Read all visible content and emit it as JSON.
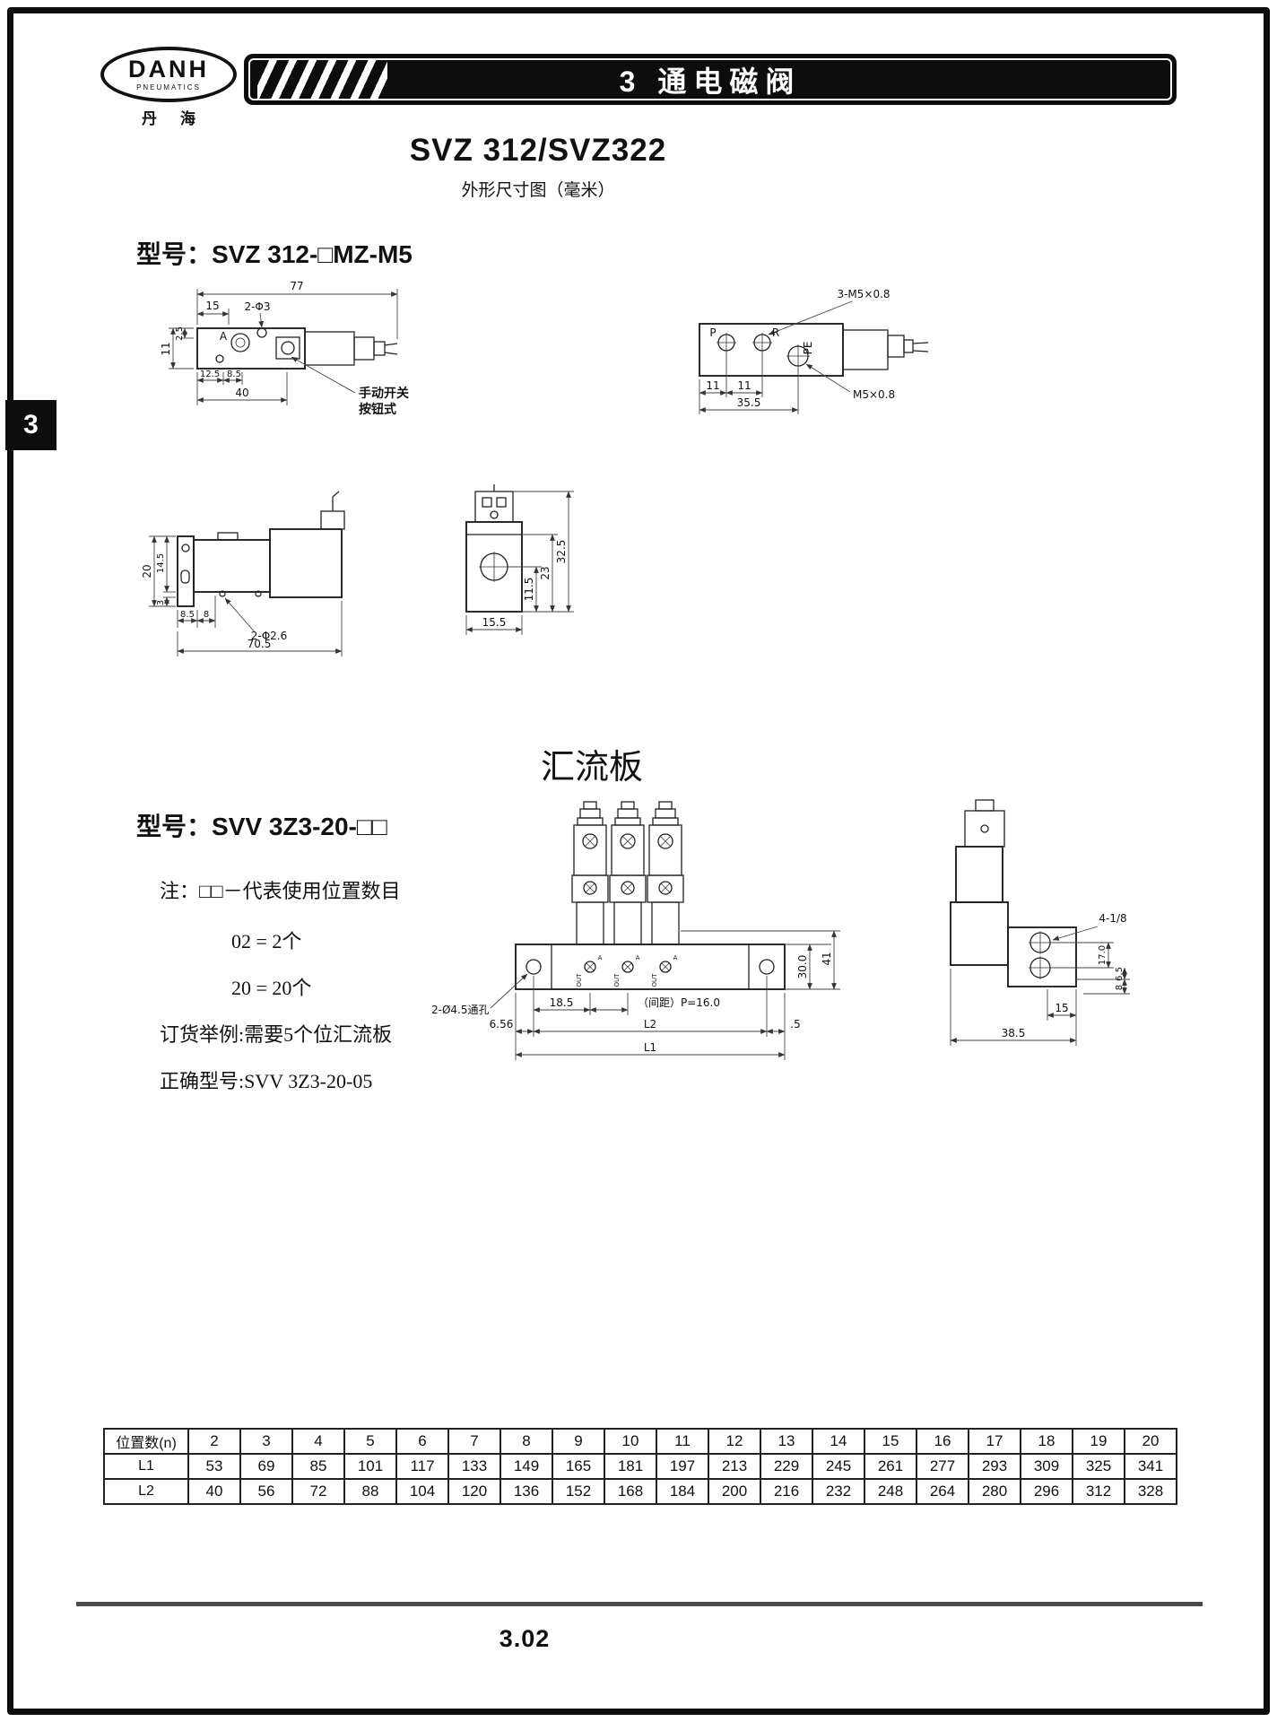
{
  "page": {
    "side_tab": "3",
    "page_number": "3.02"
  },
  "logo": {
    "name": "DANH",
    "sub": "PNEUMATICS",
    "cn": "丹海"
  },
  "header": {
    "title": "3  通电磁阀"
  },
  "titles": {
    "main": "SVZ 312/SVZ322",
    "subtitle": "外形尺寸图（毫米）",
    "manifold": "汇流板"
  },
  "model1": {
    "label": "型号：",
    "value": "SVZ 312-□MZ-M5"
  },
  "model2": {
    "label": "型号：",
    "value": "SVV 3Z3-20-□□"
  },
  "notes": {
    "line1": "注：□□－代表使用位置数目",
    "line2": "02 = 2个",
    "line3": "20 = 20个",
    "line4": "订货举例:需要5个位汇流板",
    "line5": "正确型号:SVV 3Z3-20-05"
  },
  "d1": {
    "dim_top": "77",
    "dim_15": "15",
    "hole": "2-Φ3",
    "dim_11": "11",
    "dim_25": "2.5",
    "port_a": "A",
    "dim_125": "12.5",
    "dim_85": "8.5",
    "dim_40": "40",
    "callout1": "手动开关",
    "callout2": "按钮式"
  },
  "d2": {
    "thread3": "3-M5×0.8",
    "p": "P",
    "r": "R",
    "pe": "PE",
    "dim_11a": "11",
    "dim_11b": "11",
    "dim_355": "35.5",
    "thread1": "M5×0.8"
  },
  "d3": {
    "dim_20": "20",
    "dim_145": "14.5",
    "dim_3": "3",
    "dim_85": "8.5",
    "dim_8": "8",
    "hole": "2-Φ2.6",
    "dim_705": "70.5"
  },
  "d4": {
    "dim_115": "11.5",
    "dim_23": "23",
    "dim_325": "32.5",
    "dim_155": "15.5"
  },
  "d5": {
    "hole": "2-Ø4.5通孔",
    "dim_185": "18.5",
    "pitch": "（间距）P=16.0",
    "dim_656": "6.56",
    "l2": "L2",
    "dim_p5": ".5",
    "l1": "L1",
    "dim_30": "30.0",
    "dim_41": "41",
    "out": "OUT",
    "a": "A"
  },
  "d6": {
    "port": "4-1/8",
    "dim_17": "17.0",
    "dim_65": "6.5",
    "dim_8": "8",
    "dim_15": "15",
    "dim_385": "38.5"
  },
  "table": {
    "rows": [
      [
        "位置数(n)",
        "2",
        "3",
        "4",
        "5",
        "6",
        "7",
        "8",
        "9",
        "10",
        "11",
        "12",
        "13",
        "14",
        "15",
        "16",
        "17",
        "18",
        "19",
        "20"
      ],
      [
        "L1",
        "53",
        "69",
        "85",
        "101",
        "117",
        "133",
        "149",
        "165",
        "181",
        "197",
        "213",
        "229",
        "245",
        "261",
        "277",
        "293",
        "309",
        "325",
        "341"
      ],
      [
        "L2",
        "40",
        "56",
        "72",
        "88",
        "104",
        "120",
        "136",
        "152",
        "168",
        "184",
        "200",
        "216",
        "232",
        "248",
        "264",
        "280",
        "296",
        "312",
        "328"
      ]
    ]
  }
}
